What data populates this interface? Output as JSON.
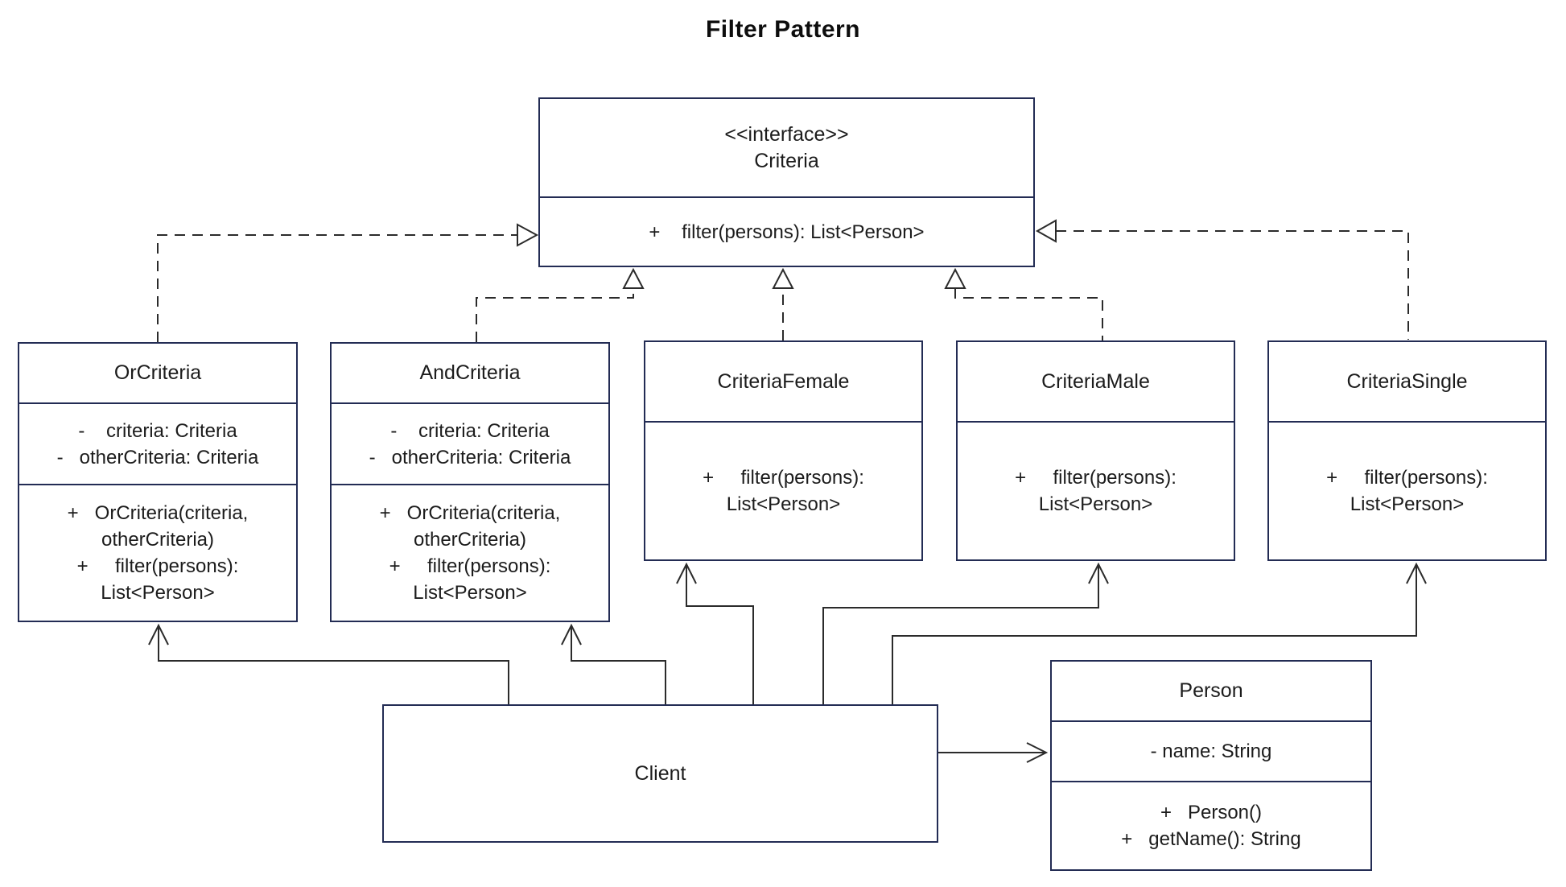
{
  "title": "Filter Pattern",
  "colors": {
    "box_border": "#232c54",
    "connector": "#2b2b2b",
    "text": "#1c1c1c",
    "background": "#ffffff"
  },
  "interface": {
    "stereotype": "<<interface>>",
    "name": "Criteria",
    "methods": [
      "+    filter(persons): List<Person>"
    ]
  },
  "classes": [
    {
      "name": "OrCriteria",
      "attributes": [
        "-    criteria: Criteria",
        "-   otherCriteria: Criteria"
      ],
      "methods": [
        "+   OrCriteria(criteria,",
        "otherCriteria)",
        "+     filter(persons):",
        "List<Person>"
      ]
    },
    {
      "name": "AndCriteria",
      "attributes": [
        "-    criteria: Criteria",
        "-   otherCriteria: Criteria"
      ],
      "methods": [
        "+   OrCriteria(criteria,",
        "otherCriteria)",
        "+     filter(persons):",
        "List<Person>"
      ]
    },
    {
      "name": "CriteriaFemale",
      "attributes": [],
      "methods": [
        "+     filter(persons):",
        "List<Person>"
      ]
    },
    {
      "name": "CriteriaMale",
      "attributes": [],
      "methods": [
        "+     filter(persons):",
        "List<Person>"
      ]
    },
    {
      "name": "CriteriaSingle",
      "attributes": [],
      "methods": [
        "+     filter(persons):",
        "List<Person>"
      ]
    }
  ],
  "client": {
    "name": "Client"
  },
  "person": {
    "name": "Person",
    "attributes": [
      "- name: String"
    ],
    "methods": [
      "+   Person()",
      "+   getName(): String"
    ]
  },
  "relationships": [
    {
      "type": "realization",
      "from": "OrCriteria",
      "to": "Criteria",
      "style": "dashed-hollow-triangle"
    },
    {
      "type": "realization",
      "from": "AndCriteria",
      "to": "Criteria",
      "style": "dashed-hollow-triangle"
    },
    {
      "type": "realization",
      "from": "CriteriaFemale",
      "to": "Criteria",
      "style": "dashed-hollow-triangle"
    },
    {
      "type": "realization",
      "from": "CriteriaMale",
      "to": "Criteria",
      "style": "dashed-hollow-triangle"
    },
    {
      "type": "realization",
      "from": "CriteriaSingle",
      "to": "Criteria",
      "style": "dashed-hollow-triangle"
    },
    {
      "type": "dependency",
      "from": "Client",
      "to": "OrCriteria",
      "style": "solid-open-arrow"
    },
    {
      "type": "dependency",
      "from": "Client",
      "to": "AndCriteria",
      "style": "solid-open-arrow"
    },
    {
      "type": "dependency",
      "from": "Client",
      "to": "CriteriaFemale",
      "style": "solid-open-arrow"
    },
    {
      "type": "dependency",
      "from": "Client",
      "to": "CriteriaMale",
      "style": "solid-open-arrow"
    },
    {
      "type": "dependency",
      "from": "Client",
      "to": "CriteriaSingle",
      "style": "solid-open-arrow"
    },
    {
      "type": "association",
      "from": "Client",
      "to": "Person",
      "style": "solid-open-arrow"
    }
  ]
}
